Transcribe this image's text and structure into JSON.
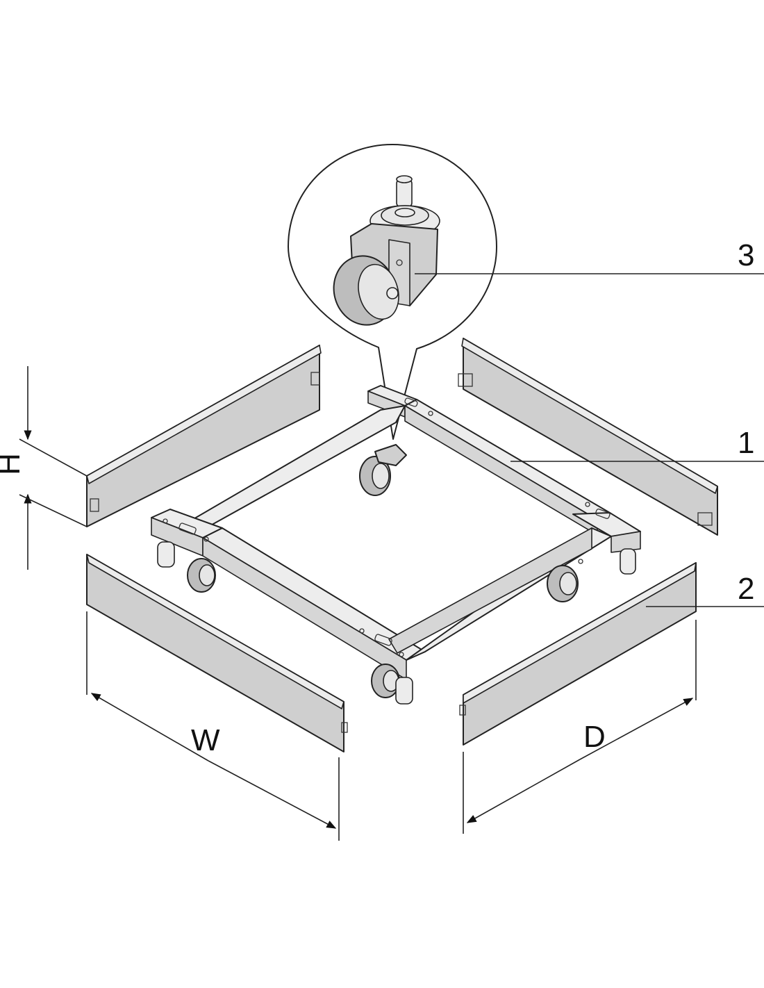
{
  "labels": {
    "part_1": "1",
    "part_2": "2",
    "part_3": "3",
    "dim_height": "H",
    "dim_width": "W",
    "dim_depth": "D"
  },
  "colors": {
    "line": "#222222",
    "panel_fill": "#cfcfcf",
    "frame_fill": "#ededed",
    "background": "#ffffff"
  }
}
